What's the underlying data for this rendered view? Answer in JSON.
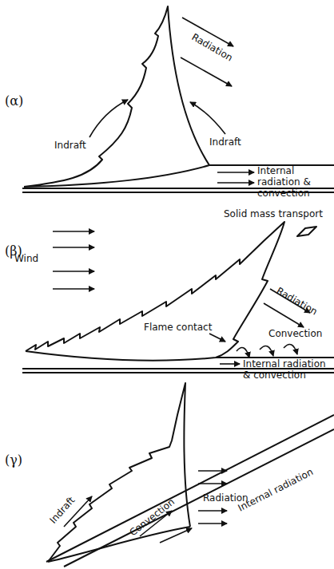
{
  "diagram": {
    "labels": [
      "(α)",
      "Indraft",
      "Radiation",
      "Indraft",
      "Internal radiation & convection",
      "(β)",
      "Wind",
      "Solid mass transport",
      "Radiation",
      "Convection",
      "Flame contact",
      "Internal radiation & convection",
      "(γ)",
      "Indraft",
      "Convection",
      "Radiation",
      "Internal radiation"
    ]
  }
}
